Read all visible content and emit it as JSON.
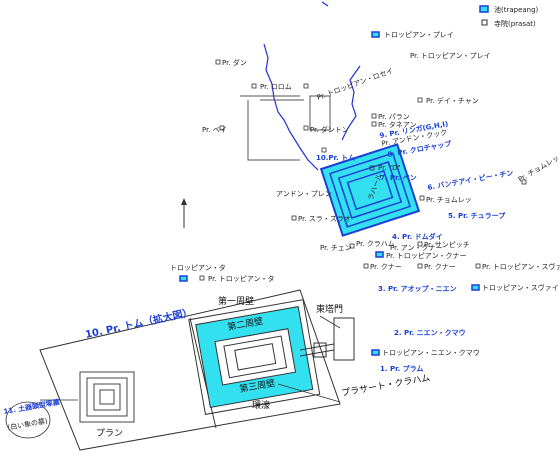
{
  "legend": {
    "pond": "池(trapeang)",
    "temple": "寺院(prasat)"
  },
  "colors": {
    "water": "#33e0f0",
    "accent": "#1a3fd6",
    "line": "#333333",
    "river": "#1f2fd8"
  },
  "labels": {
    "trapeang_prei_1": "トロッピアン・プレイ",
    "trapeang_prei_2": "Pr. トロッピアン・プレイ",
    "pr_dan": "Pr. ダン",
    "pr_rolom": "Pr. ロロム",
    "trapeang_rosei": "Pr. トロッピアン・ロセイ",
    "pr_day_chan": "Pr. デイ・チャン",
    "pr_bei": "Pr. ベイ",
    "pr_dantom": "Pr. ダントン",
    "pr_paran": "Pr. パラン",
    "pr_takeo": "Pr. タネアン",
    "pr_lingpur": "9. Pr. リンガ(G,H,I)",
    "pr_andon": "Pr. アンドン・クック",
    "pr_krochap": "8. Pr. クロチャップ",
    "pr_tom": "10.Pr. トム",
    "pr_d": "Pr. \"D\"",
    "pr_pen": "7. Pr. ペン",
    "banteay": "6. バンテアイ・ピー・チン",
    "rahal": "ラハール",
    "andong_preng": "アンドン・プレン",
    "pr_chomreh_top": "Pr. チョムレッ",
    "pr_chomreh": "Pr. チョムレッ",
    "pr_chrap": "5. Pr. チュラープ",
    "pr_sla": "Pr. スラ・スラオ",
    "pr_dombai": "4. Pr. ドムダイ",
    "pr_chen": "Pr. チェン",
    "pr_kraham_s": "Pr. クラハム",
    "pr_an_knar": "Pr. アン・クナー",
    "trapeang_knar": "Pr. トロッピアン・クナー",
    "pr_sanpich": "Pr. サンピッチ",
    "pr_knar1": "Pr. クナー",
    "pr_knar2": "Pr. クナー",
    "trapeang_svay": "Pr. トロッピアン・スヴァイ",
    "trapeang_ta": "トロッピアン・タ",
    "pr_trapeang_ta": "Pr. トロッピアン・タ",
    "pr_thom_enlarged": "10. Pr. トム（拡大図）",
    "outer_wall": "第一周壁",
    "inner_wall": "第二周壁",
    "third_wall": "第三周壁",
    "east_gate": "東塔門",
    "pr_aok": "3. Pr. アオップ・ニエン",
    "trapeang_svay2": "トロッピアン・スヴァイ",
    "pr_nien_kmaw": "2. Pr. ニエン・クマウ",
    "trapeang_nien": "トロッピアン・ニエン・クマウ",
    "pr_pram": "1. Pr. プラム",
    "moat": "環濠",
    "prasat_kraham": "プラサート・クラハム",
    "plan": "プラン",
    "pyramid_1": "11. 土器頭型塚墓",
    "pyramid_2": "(白い象の墓)"
  }
}
